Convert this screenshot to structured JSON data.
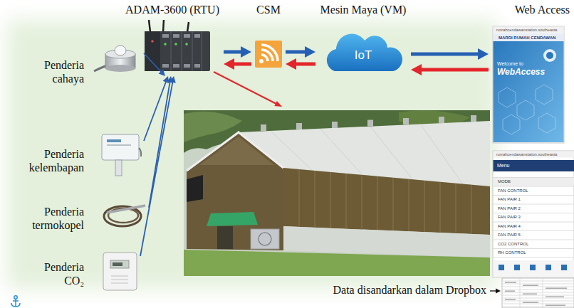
{
  "diagram": {
    "nodes": [
      {
        "text": [
          "ADAM-3600 (RTU)"
        ]
      },
      {
        "text": [
          "CSM"
        ]
      },
      {
        "text": [
          "Mesin Maya (VM)",
          "IoT"
        ]
      },
      {
        "text": [
          "Web Access"
        ]
      },
      {
        "text": [
          "Penderia cahaya"
        ]
      },
      {
        "text": [
          "Penderia kelembapan"
        ]
      },
      {
        "text": [
          "Penderia termokopel"
        ]
      },
      {
        "text": [
          "Penderia CO₂"
        ]
      }
    ],
    "edges": [
      {
        "from": 4,
        "to": 0,
        "arrow": "to"
      },
      {
        "from": 5,
        "to": 0,
        "arrow": "to"
      },
      {
        "from": 6,
        "to": 0,
        "arrow": "to"
      },
      {
        "from": 7,
        "to": 0,
        "arrow": "to"
      },
      {
        "from": 0,
        "to": 1,
        "arrow": "to"
      },
      {
        "from": 1,
        "to": 0,
        "arrow": "to"
      },
      {
        "from": 1,
        "to": 2,
        "arrow": "to"
      },
      {
        "from": 2,
        "to": 1,
        "arrow": "to"
      },
      {
        "from": 2,
        "to": 3,
        "arrow": "to"
      },
      {
        "from": 3,
        "to": 2,
        "arrow": "to"
      }
    ],
    "labels": [
      "Data disandarkan dalam Dropbox",
      "rumahcendawanstation.southeasta",
      "MARDI RUMAH CENDAWAN",
      "Welcome to",
      "WebAccess",
      "rumahcendawanstation.southeasta",
      "Menu",
      "MODE",
      "FAN CONTROL",
      "FAN PAIR 1",
      "FAN PAIR 2",
      "FAN PAIR 3",
      "FAN PAIR 4",
      "FAN PAIR 5",
      "CO2 CONTROL",
      "RH CONTROL"
    ]
  }
}
